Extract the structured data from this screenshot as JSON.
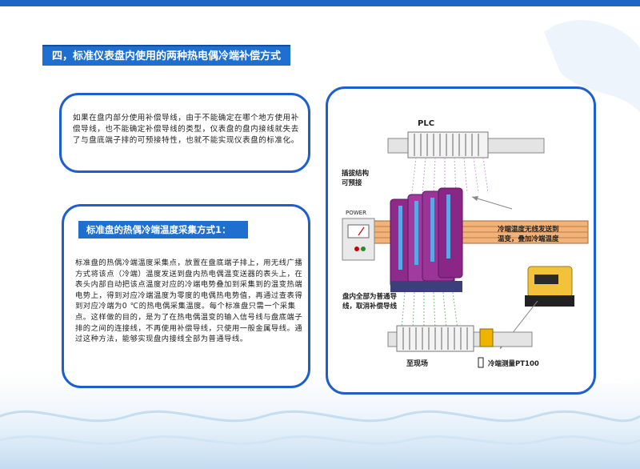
{
  "section_title": "四，标准仪表盘内使用的两种热电偶冷端补偿方式",
  "intro_text": "如果在盘内部分使用补偿导线，由于不能确定在哪个地方使用补偿导线，也不能确定补偿导线的类型，仪表盘的盘内接线就失去了与盘底端子排的可预接特性，也就不能实现仪表盘的标准化。",
  "method": {
    "title": "标准盘的热偶冷端温度采集方式1：",
    "text": "标准盘的热偶冷端温度采集点，放置在盘底端子排上，用无线广播方式将该点（冷端）温度发送到盘内热电偶温变送器的表头上，在表头内部自动把该点温度对应的冷端电势叠加到采集到的温变热端电势上，得到对应冷端温度为零度的电偶热电势值，再通过查表得到对应冷端为0 ℃的热电偶采集温度。每个标准盘只需一个采集点。这样做的目的，是为了在热电偶温变的输入信号线与盘底端子排的之间的连接线，不再使用补偿导线，只使用一般金属导线。通过这种方法，能够实现盘内接线全部为普通导线。"
  },
  "diagram": {
    "plc": "PLC",
    "plug_line1": "插拔结构",
    "plug_line2": "可预接",
    "power": "POWER",
    "cold_line1": "冷端温度无线发送到",
    "cold_line2": "温变，叠加冷端温度",
    "inner_line1": "盘内全部为普通导",
    "inner_line2": "线，取消补偿导线",
    "field": "至现场",
    "pt100": "冷端测量PT100"
  },
  "colors": {
    "accent": "#1f6fd1",
    "border": "#1d5fd0",
    "module": "#8e2a8a"
  }
}
